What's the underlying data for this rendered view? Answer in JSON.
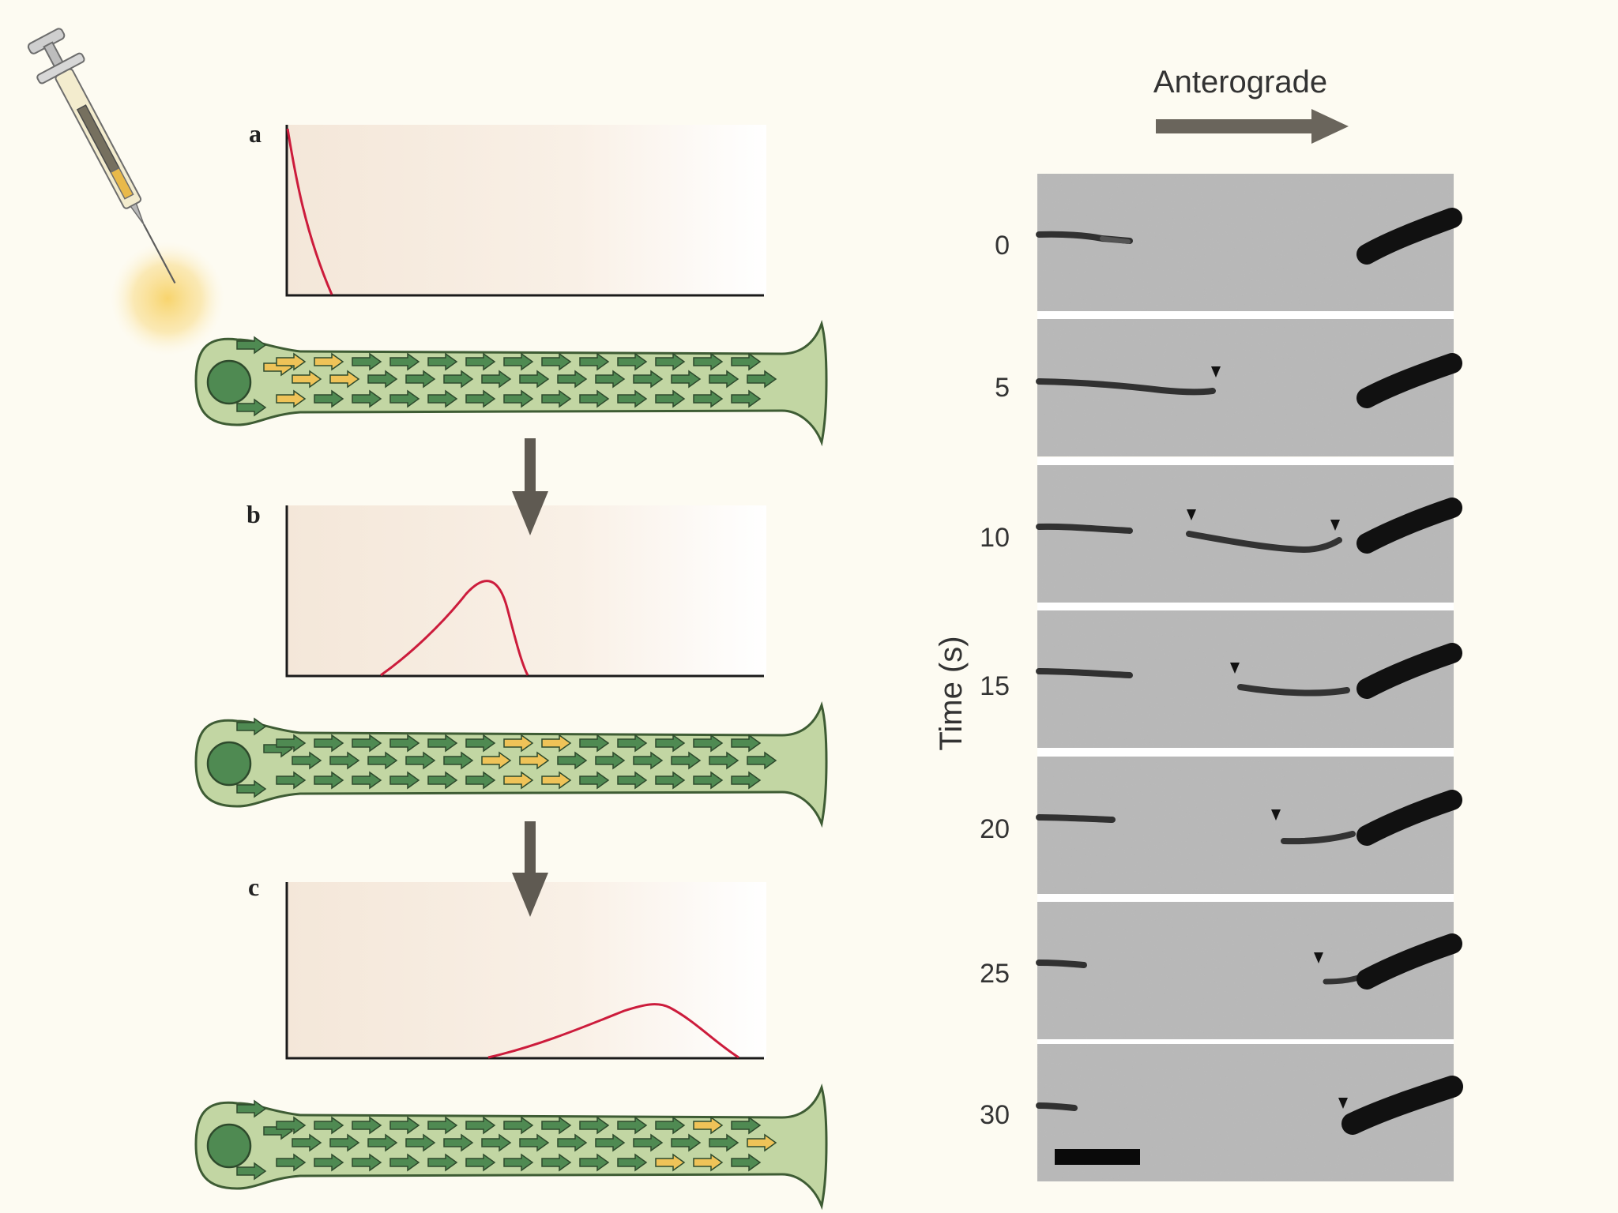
{
  "panels": {
    "a": {
      "label": "a"
    },
    "b": {
      "label": "b"
    },
    "c": {
      "label": "c"
    }
  },
  "right": {
    "direction_label": "Anterograde",
    "y_axis_label": "Time (s)",
    "time_ticks": [
      "0",
      "5",
      "10",
      "15",
      "20",
      "25",
      "30"
    ]
  },
  "colors": {
    "background": "#fdfbf2",
    "axon_fill": "#c2d6a3",
    "axon_stroke": "#3e5c34",
    "arrow_green": "#4f8a52",
    "arrow_yellow": "#efc358",
    "curve": "#cc1c3c",
    "flow_arrow": "#5f5a52"
  },
  "icons": [
    "syringe-icon",
    "down-arrow-icon",
    "right-arrow-icon",
    "arrowhead-marker-icon",
    "scale-bar"
  ]
}
